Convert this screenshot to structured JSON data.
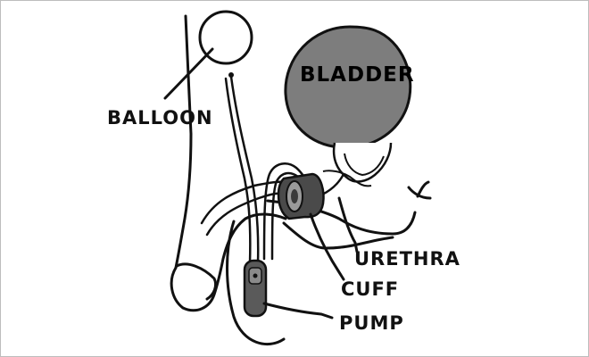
{
  "labels": {
    "balloon": "BALLOON",
    "bladder": "BLADDER",
    "urethra": "URETHRA",
    "cuff": "CUFF",
    "pump": "PUMP"
  },
  "colors": {
    "line": "#111111",
    "bladder_fill": "#7d7d7d",
    "cuff_fill": "#4a4a4a",
    "pump_fill": "#5a5a5a",
    "background": "#ffffff"
  }
}
